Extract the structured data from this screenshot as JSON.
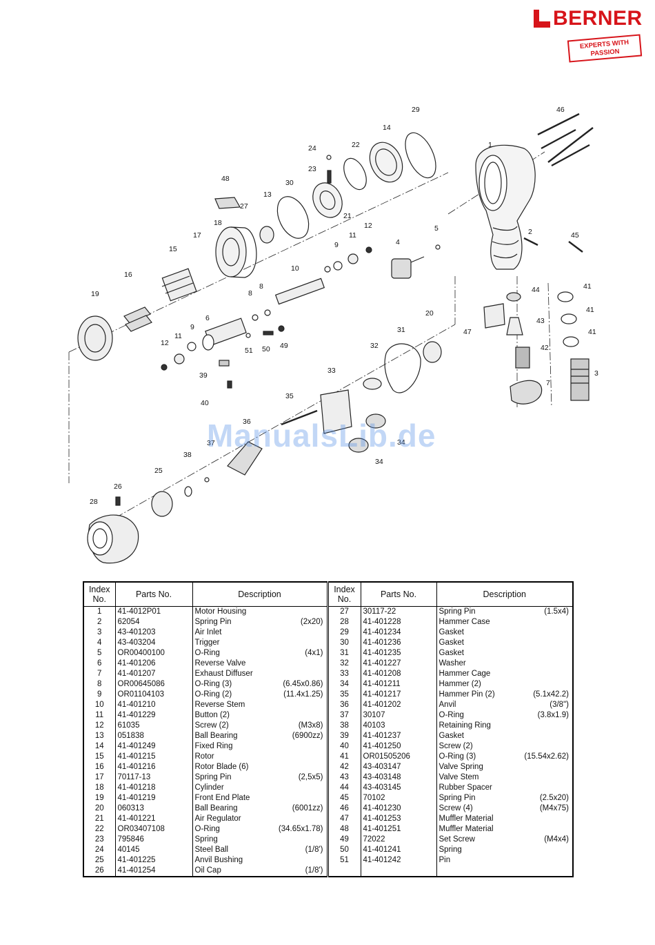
{
  "brand": {
    "name": "BERNER",
    "tagline_line1": "EXPERTS WITH",
    "tagline_line2": "PASSION",
    "color": "#d7141a"
  },
  "watermark": "ManualsLib.de",
  "diagram": {
    "callouts": [
      "1",
      "2",
      "3",
      "4",
      "5",
      "6",
      "7",
      "8",
      "8",
      "9",
      "9",
      "10",
      "11",
      "11",
      "12",
      "12",
      "13",
      "14",
      "15",
      "16",
      "17",
      "18",
      "19",
      "20",
      "21",
      "22",
      "23",
      "24",
      "25",
      "26",
      "27",
      "28",
      "29",
      "30",
      "31",
      "32",
      "33",
      "34",
      "34",
      "35",
      "36",
      "37",
      "38",
      "39",
      "40",
      "41",
      "41",
      "41",
      "42",
      "43",
      "44",
      "45",
      "46",
      "47",
      "48",
      "49",
      "50",
      "51"
    ]
  },
  "table": {
    "headers": {
      "index_line1": "Index",
      "index_line2": "No.",
      "parts": "Parts No.",
      "description": "Description"
    },
    "rows": [
      {
        "l": {
          "idx": "1",
          "part": "41-4012P01",
          "desc": "Motor Housing",
          "size": ""
        },
        "r": {
          "idx": "27",
          "part": "30117-22",
          "desc": "Spring Pin",
          "size": "(1.5x4)"
        }
      },
      {
        "l": {
          "idx": "2",
          "part": "62054",
          "desc": "Spring Pin",
          "size": "(2x20)"
        },
        "r": {
          "idx": "28",
          "part": "41-401228",
          "desc": "Hammer Case",
          "size": ""
        }
      },
      {
        "l": {
          "idx": "3",
          "part": "43-401203",
          "desc": "Air Inlet",
          "size": ""
        },
        "r": {
          "idx": "29",
          "part": "41-401234",
          "desc": "Gasket",
          "size": ""
        }
      },
      {
        "l": {
          "idx": "4",
          "part": "43-403204",
          "desc": "Trigger",
          "size": ""
        },
        "r": {
          "idx": "30",
          "part": "41-401236",
          "desc": "Gasket",
          "size": ""
        }
      },
      {
        "l": {
          "idx": "5",
          "part": "OR00400100",
          "desc": "O-Ring",
          "size": "(4x1)"
        },
        "r": {
          "idx": "31",
          "part": "41-401235",
          "desc": "Gasket",
          "size": ""
        }
      },
      {
        "l": {
          "idx": "6",
          "part": "41-401206",
          "desc": "Reverse Valve",
          "size": ""
        },
        "r": {
          "idx": "32",
          "part": "41-401227",
          "desc": "Washer",
          "size": ""
        }
      },
      {
        "l": {
          "idx": "7",
          "part": "41-401207",
          "desc": "Exhaust Diffuser",
          "size": ""
        },
        "r": {
          "idx": "33",
          "part": "41-401208",
          "desc": "Hammer Cage",
          "size": ""
        }
      },
      {
        "l": {
          "idx": "8",
          "part": "OR00645086",
          "desc": "O-Ring (3)",
          "size": "(6.45x0.86)"
        },
        "r": {
          "idx": "34",
          "part": "41-401211",
          "desc": "Hammer (2)",
          "size": ""
        }
      },
      {
        "l": {
          "idx": "9",
          "part": "OR01104103",
          "desc": "O-Ring (2)",
          "size": "(11.4x1.25)"
        },
        "r": {
          "idx": "35",
          "part": "41-401217",
          "desc": "Hammer Pin (2)",
          "size": "(5.1x42.2)"
        }
      },
      {
        "l": {
          "idx": "10",
          "part": "41-401210",
          "desc": "Reverse Stem",
          "size": ""
        },
        "r": {
          "idx": "36",
          "part": "41-401202",
          "desc": "Anvil",
          "size": "(3/8\")"
        }
      },
      {
        "l": {
          "idx": "11",
          "part": "41-401229",
          "desc": "Button (2)",
          "size": ""
        },
        "r": {
          "idx": "37",
          "part": "30107",
          "desc": "O-Ring",
          "size": "(3.8x1.9)"
        }
      },
      {
        "l": {
          "idx": "12",
          "part": "61035",
          "desc": "Screw (2)",
          "size": "(M3x8)"
        },
        "r": {
          "idx": "38",
          "part": "40103",
          "desc": "Retaining Ring",
          "size": ""
        }
      },
      {
        "l": {
          "idx": "13",
          "part": "051838",
          "desc": "Ball Bearing",
          "size": "(6900zz)"
        },
        "r": {
          "idx": "39",
          "part": "41-401237",
          "desc": "Gasket",
          "size": ""
        }
      },
      {
        "l": {
          "idx": "14",
          "part": "41-401249",
          "desc": "Fixed Ring",
          "size": ""
        },
        "r": {
          "idx": "40",
          "part": "41-401250",
          "desc": "Screw (2)",
          "size": ""
        }
      },
      {
        "l": {
          "idx": "15",
          "part": "41-401215",
          "desc": "Rotor",
          "size": ""
        },
        "r": {
          "idx": "41",
          "part": "OR01505206",
          "desc": "O-Ring (3)",
          "size": "(15.54x2.62)"
        }
      },
      {
        "l": {
          "idx": "16",
          "part": "41-401216",
          "desc": "Rotor Blade (6)",
          "size": ""
        },
        "r": {
          "idx": "42",
          "part": "43-403147",
          "desc": "Valve Spring",
          "size": ""
        }
      },
      {
        "l": {
          "idx": "17",
          "part": "70117-13",
          "desc": "Spring Pin",
          "size": "(2,5x5)"
        },
        "r": {
          "idx": "43",
          "part": "43-403148",
          "desc": "Valve Stem",
          "size": ""
        }
      },
      {
        "l": {
          "idx": "18",
          "part": "41-401218",
          "desc": "Cylinder",
          "size": ""
        },
        "r": {
          "idx": "44",
          "part": "43-403145",
          "desc": "Rubber Spacer",
          "size": ""
        }
      },
      {
        "l": {
          "idx": "19",
          "part": "41-401219",
          "desc": "Front End Plate",
          "size": ""
        },
        "r": {
          "idx": "45",
          "part": "70102",
          "desc": "Spring Pin",
          "size": "(2.5x20)"
        }
      },
      {
        "l": {
          "idx": "20",
          "part": "060313",
          "desc": "Ball Bearing",
          "size": "(6001zz)"
        },
        "r": {
          "idx": "46",
          "part": "41-401230",
          "desc": "Screw (4)",
          "size": "(M4x75)"
        }
      },
      {
        "l": {
          "idx": "21",
          "part": "41-401221",
          "desc": "Air Regulator",
          "size": ""
        },
        "r": {
          "idx": "47",
          "part": "41-401253",
          "desc": "Muffler Material",
          "size": ""
        }
      },
      {
        "l": {
          "idx": "22",
          "part": "OR03407108",
          "desc": "O-Ring",
          "size": "(34.65x1.78)"
        },
        "r": {
          "idx": "48",
          "part": "41-401251",
          "desc": "Muffler Material",
          "size": ""
        }
      },
      {
        "l": {
          "idx": "23",
          "part": "795846",
          "desc": "Spring",
          "size": ""
        },
        "r": {
          "idx": "49",
          "part": "72022",
          "desc": "Set Screw",
          "size": "(M4x4)"
        }
      },
      {
        "l": {
          "idx": "24",
          "part": "40145",
          "desc": "Steel Ball",
          "size": "(1/8')"
        },
        "r": {
          "idx": "50",
          "part": "41-401241",
          "desc": "Spring",
          "size": ""
        }
      },
      {
        "l": {
          "idx": "25",
          "part": "41-401225",
          "desc": "Anvil Bushing",
          "size": ""
        },
        "r": {
          "idx": "51",
          "part": "41-401242",
          "desc": "Pin",
          "size": ""
        }
      },
      {
        "l": {
          "idx": "26",
          "part": "41-401254",
          "desc": "Oil Cap",
          "size": "(1/8')"
        },
        "r": {
          "idx": "",
          "part": "",
          "desc": "",
          "size": ""
        }
      }
    ]
  }
}
